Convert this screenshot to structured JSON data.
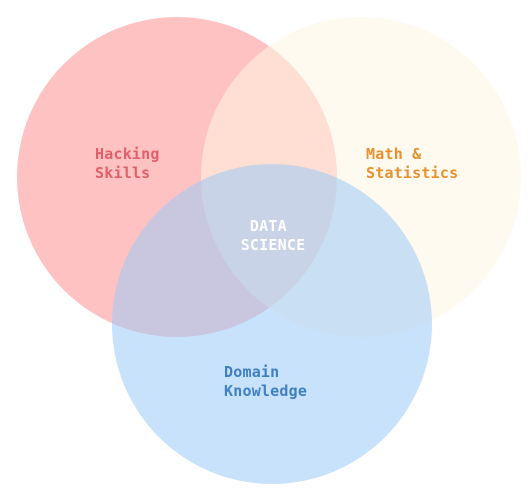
{
  "diagram": {
    "sets": [
      {
        "id": "hacking",
        "label_lines": [
          "Hacking",
          "Skills"
        ],
        "fill": "#ffc2c2",
        "text_color": "#e0606a"
      },
      {
        "id": "math",
        "label_lines": [
          "Math &",
          "Statistics"
        ],
        "fill": "#fff5e1",
        "text_color": "#e8902e"
      },
      {
        "id": "domain",
        "label_lines": [
          "Domain",
          "Knowledge"
        ],
        "fill": "#9ccbf7",
        "text_color": "#3f7fc4"
      }
    ],
    "center": {
      "label_lines": [
        "DATA",
        "SCIENCE"
      ],
      "text_color": "#ffffff"
    }
  }
}
